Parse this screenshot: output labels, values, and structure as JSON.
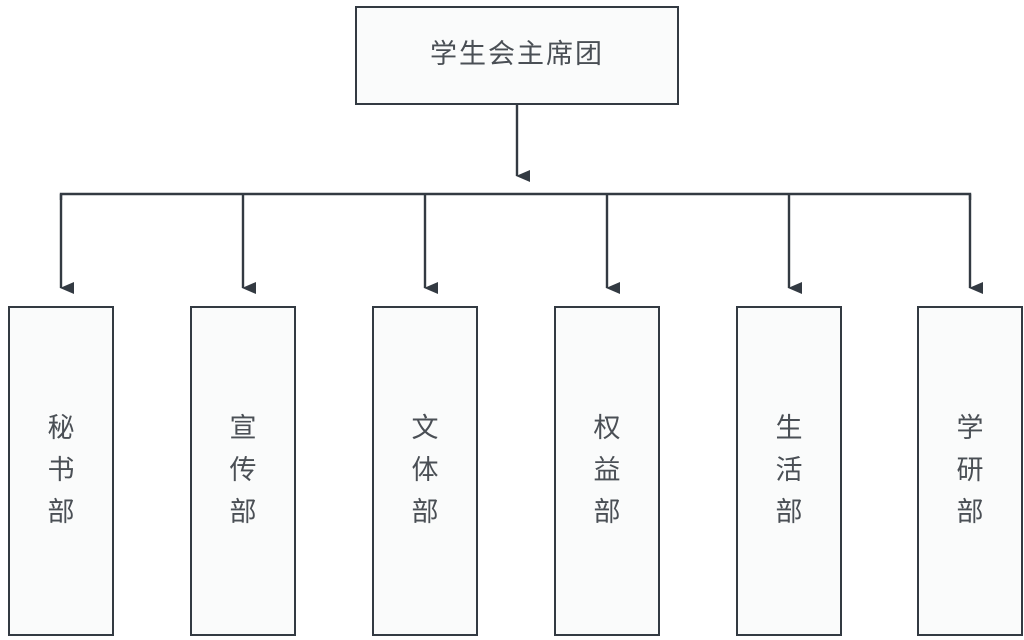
{
  "diagram": {
    "type": "org-chart",
    "orientation": "top-down",
    "background_color": "#ffffff",
    "border_color": "#333a42",
    "node_fill_color": "#fafbfb",
    "text_color": "#4a4f55",
    "connector_color": "#333a42",
    "root": {
      "id": "presidium",
      "label": "学生会主席团",
      "text_direction": "horizontal"
    },
    "children": [
      {
        "id": "secretariat",
        "label": "秘书部",
        "text_direction": "vertical"
      },
      {
        "id": "publicity",
        "label": "宣传部",
        "text_direction": "vertical"
      },
      {
        "id": "culture-sport",
        "label": "文体部",
        "text_direction": "vertical"
      },
      {
        "id": "rights",
        "label": "权益部",
        "text_direction": "vertical"
      },
      {
        "id": "student-life",
        "label": "生活部",
        "text_direction": "vertical"
      },
      {
        "id": "academic",
        "label": "学研部",
        "text_direction": "vertical"
      }
    ],
    "edges": [
      {
        "from": "presidium",
        "to": "bus",
        "arrow": true
      },
      {
        "from": "bus",
        "to": "secretariat",
        "arrow": true
      },
      {
        "from": "bus",
        "to": "publicity",
        "arrow": true
      },
      {
        "from": "bus",
        "to": "culture-sport",
        "arrow": true
      },
      {
        "from": "bus",
        "to": "rights",
        "arrow": true
      },
      {
        "from": "bus",
        "to": "student-life",
        "arrow": true
      },
      {
        "from": "bus",
        "to": "academic",
        "arrow": true
      }
    ]
  }
}
